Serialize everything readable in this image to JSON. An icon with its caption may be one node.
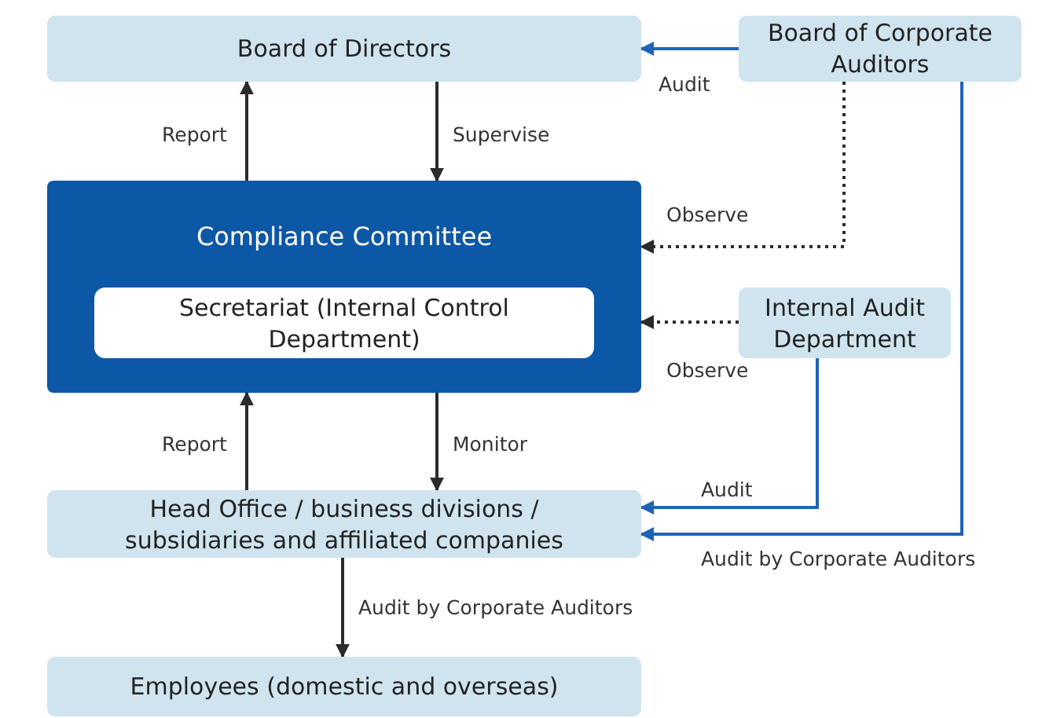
{
  "diagram": {
    "nodes": [
      {
        "text": [
          "Board of Directors"
        ]
      },
      {
        "text": [
          "Board of Corporate Auditors"
        ]
      },
      {
        "text": [
          "Compliance Committee"
        ]
      },
      {
        "text": [
          "Secretariat (Internal Control Department)"
        ],
        "in": 2
      },
      {
        "text": [
          "Internal Audit Department"
        ]
      },
      {
        "text": [
          "Head Office / business divisions / subsidiaries and affiliated companies"
        ]
      },
      {
        "text": [
          "Employees (domestic and overseas)"
        ]
      }
    ],
    "edges": [
      {
        "from": 0,
        "to": 2,
        "arrow": "to",
        "label": "Supervise"
      },
      {
        "from": 2,
        "to": 0,
        "arrow": "to",
        "label": "Report"
      },
      {
        "from": 1,
        "to": 0,
        "arrow": "to",
        "label": "Audit",
        "color": "#1e64b4"
      },
      {
        "from": 1,
        "to": 2,
        "arrow": "to",
        "label": "Observe",
        "style": "dashed"
      },
      {
        "from": 4,
        "to": 2,
        "arrow": "to",
        "label": "Observe",
        "style": "dashed"
      },
      {
        "from": 2,
        "to": 5,
        "arrow": "to",
        "label": "Monitor"
      },
      {
        "from": 5,
        "to": 2,
        "arrow": "to",
        "label": "Report"
      },
      {
        "from": 4,
        "to": 5,
        "arrow": "to",
        "label": "Audit",
        "color": "#1e64b4"
      },
      {
        "from": 1,
        "to": 5,
        "arrow": "to",
        "label": "Audit by Corporate Auditors",
        "color": "#1e64b4"
      },
      {
        "from": 5,
        "to": 6,
        "arrow": "to",
        "label": "Audit by Corporate Auditors"
      }
    ]
  }
}
